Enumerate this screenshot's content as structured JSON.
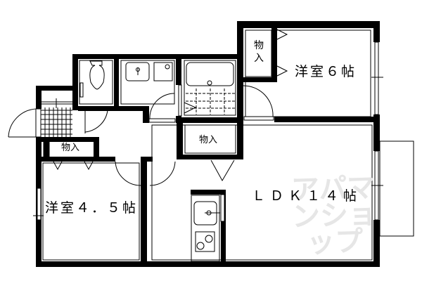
{
  "floor_plan": {
    "rooms": [
      {
        "id": "western-room-6",
        "label": "洋室６帖",
        "type": "bedroom",
        "size_jo": 6
      },
      {
        "id": "western-room-4-5",
        "label": "洋室４．５帖",
        "type": "bedroom",
        "size_jo": 4.5
      },
      {
        "id": "ldk",
        "label": "ＬＤＫ１４帖",
        "type": "living-dining-kitchen",
        "size_jo": 14
      }
    ],
    "closets": [
      {
        "id": "closet-room6",
        "label": "物入",
        "orientation": "vertical"
      },
      {
        "id": "closet-center",
        "label": "物入",
        "orientation": "horizontal"
      },
      {
        "id": "closet-room45",
        "label": "物入",
        "orientation": "horizontal"
      }
    ],
    "fixtures": [
      "toilet",
      "washbasin",
      "washing-machine-space",
      "bathtub",
      "kitchen-sink",
      "two-burner-stove",
      "entrance-genkan",
      "balcony"
    ],
    "watermark": "アパマンショップ"
  }
}
